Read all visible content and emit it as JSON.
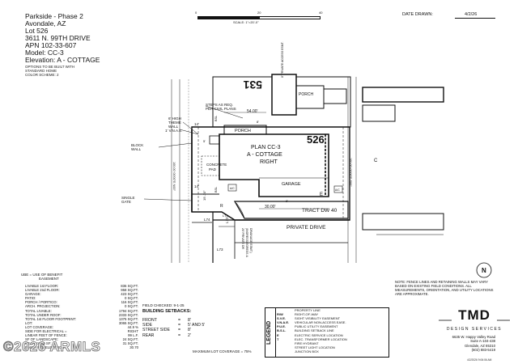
{
  "header": {
    "community": "Parkside - Phase 2",
    "city": "Avondale, AZ",
    "lot": "Lot 526",
    "address": "3611 N. 99TH DRIVE",
    "apn": "APN  102-33-607",
    "model": "Model: CC-3",
    "elevation": "Elevation: A - COTTAGE",
    "options_note": [
      "OPTIONS TO BE BUILT WITH",
      "STANDARD HOME",
      "COLOR SCHEME: 2"
    ]
  },
  "scale_bar": {
    "ticks": [
      "0",
      "20",
      "40"
    ],
    "label": "SCALE:  1\"=20'-0\""
  },
  "date": {
    "label": "DATE DRAWN:",
    "value": "4/2/26"
  },
  "plan": {
    "lot_number": "526",
    "neighbor_lot": "531",
    "plan_label": [
      "PLAN CC-3",
      "A - COTTAGE",
      "RIGHT"
    ],
    "porch": "PORCH",
    "porch_neighbor": "PORCH",
    "garage": "GARAGE",
    "concrete_pad": [
      "CONCRETE",
      "PAD"
    ],
    "tract": "TRACT DW 40",
    "private_drive": "PRIVATE DRIVE",
    "dim_54": "54.00'",
    "dim_30": "30.00'",
    "dim_14a": "14'",
    "dim_14b": "14'",
    "dim_5": "5'",
    "dim_8a": "8'",
    "dim_8b": "8'",
    "l72": "L72",
    "l74": "L74",
    "l73": "L73",
    "l75": "L75",
    "r_label": "R",
    "e_label": "E",
    "c_label": "C",
    "ac1": "A/C",
    "ac2": "A/C",
    "bsl1": "BSL",
    "bsl2": "BSL",
    "angle_dim": "19'-10\"",
    "left_street": "100.00' 00'00\"E  N00°",
    "right_street": "100.00' 00'00\"E S00°",
    "vnae_top": "8' PRIVATE ACCESS ESMT.",
    "vnae_bottom": [
      "20' PRIVATE DR",
      "(INGRESS/EGRESS &",
      "DRAINAGE ESMT.)"
    ],
    "north": "N"
  },
  "callouts": {
    "steps": [
      "STEPS AS REQ.",
      "PER CIVIL PLANS"
    ],
    "theme_wall": [
      "6' HIGH",
      "THEME",
      "WALL"
    ],
    "vnae": "1' V.N.A.E.",
    "block_wall": [
      "BLOCK",
      "WALL"
    ],
    "single_gate": [
      "SINGLE",
      "GATE"
    ]
  },
  "ube": [
    "UBE    =  USE OF BENEFIT",
    "EASEMENT"
  ],
  "stats": [
    [
      "LIVABLE 1st FLOOR:",
      "836 SQ.FT."
    ],
    [
      "LIVABLE 2nd FLOOR:",
      "958 SQ.FT."
    ],
    [
      "GARAGE:",
      "423 SQ.FT."
    ],
    [
      "PATIO:",
      "0 SQ.FT."
    ],
    [
      "PORCH / PORTICO:",
      "116 SQ.FT."
    ],
    [
      "ARCH. PROJECTION:",
      "0 SQ.FT."
    ],
    [
      "TOTAL LIVABLE:",
      "1794 SQ.FT."
    ],
    [
      "TOTAL UNDER ROOF:",
      "2333 SQ.FT."
    ],
    [
      "TOTAL 1st FLOOR FOOTPRINT:",
      "1375 SQ.FT."
    ],
    [
      "LOT:",
      "3065 SQ.FT."
    ],
    [
      "LOT COVERAGE:",
      "44.9 %"
    ],
    [
      "SIDE FOR ELECTRICAL =",
      "RIGHT"
    ],
    [
      "LINEAR FEET OF FENCE:",
      "99 L.F."
    ],
    [
      "SF OF LANDSCAPE:",
      "24 SQ.FT."
    ],
    [
      "REAR YARD SF:",
      "31 SQ.FT."
    ],
    [
      "FINISH PAD ELEVATION:",
      "30.70"
    ]
  ],
  "setbacks": {
    "field_checked": "FIELD CHECKED: 9-1-25",
    "title": "BUILDING SETBACKS:",
    "rows": [
      [
        "FRONT",
        "=",
        "8'"
      ],
      [
        "SIDE",
        "=",
        "5' AND 5'"
      ],
      [
        "STREET SIDE",
        "=",
        "8'"
      ],
      [
        "REAR",
        "=",
        "2'"
      ]
    ],
    "max_coverage": "MAXIMUM LOT COVERAGE = 75%"
  },
  "legend": {
    "title": "LEGEND",
    "rows": [
      [
        "",
        "PROPERTY LINE"
      ],
      [
        "R/W",
        "RIGHT-OF-WAY"
      ],
      [
        "S.V.E.",
        "SIGHT VISIBILITY EASEMENT"
      ],
      [
        "V.N.A.E.",
        "VEHICULAR NON-ACCESS EASE."
      ],
      [
        "P.U.E.",
        "PUBLIC UTILITY EASEMENT"
      ],
      [
        "B.S.L.",
        "BUILDING SETBACK LINE"
      ],
      [
        "E",
        "ELECTRIC SERVICE LOCATION"
      ],
      [
        "T",
        "ELEC. TRANSFORMER LOCATION"
      ],
      [
        "",
        "FIRE HYDRANT"
      ],
      [
        "",
        "STREET LIGHT LOCATION"
      ],
      [
        "",
        "JUNCTION BOX"
      ]
    ]
  },
  "notes": "NOTE: FENCE LINES AND RETAINING WALLS MAY VARY BASED ON EXISTING FIELD CONDITIONS. ALL MEASUREMENTS, ORIENTATION, AND UTILITY LOCATIONS ARE APPROXIMATE.",
  "company": {
    "name": "TMD",
    "sub": "DESIGN SERVICES",
    "address": [
      "6635 W. Happy Valley Road",
      "Suite A-104-438",
      "Glendale, AZ 85310",
      "(602) 883-5419"
    ]
  },
  "watermark": "©2026 ARMLS",
  "footer_code": "4/2/2026 9:06:06 AM"
}
